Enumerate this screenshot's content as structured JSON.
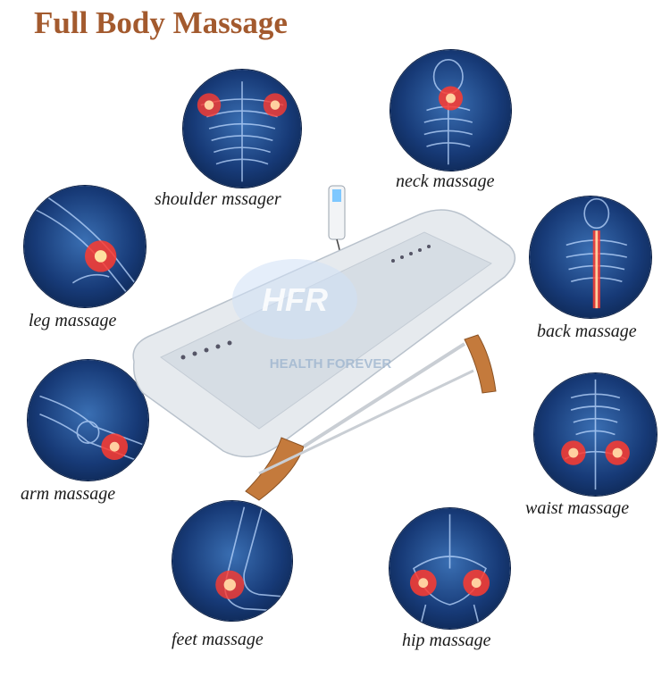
{
  "title": "Full Body Massage",
  "watermark": {
    "logo": "HFR",
    "text": "HEALTH FOREVER"
  },
  "items": {
    "shoulder": "shoulder mssager",
    "neck": "neck massage",
    "leg": "leg massage",
    "back": "back massage",
    "arm": "arm massage",
    "waist": "waist massage",
    "feet": "feet massage",
    "hip": "hip massage"
  },
  "colors": {
    "title": "#a35a2e",
    "glow": "#ff3b2f",
    "bubble": "#173a77",
    "wood": "#c47a3c"
  }
}
